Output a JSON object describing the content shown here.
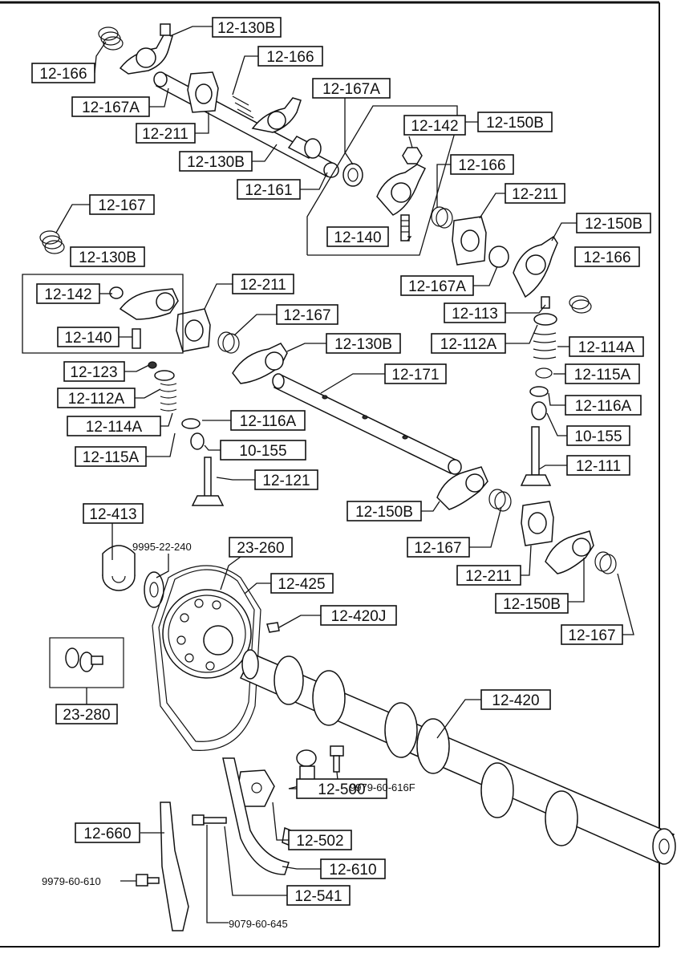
{
  "diagram": {
    "callouts": [
      {
        "id": "c01",
        "text": "12-130B"
      },
      {
        "id": "c02",
        "text": "12-166"
      },
      {
        "id": "c03",
        "text": "12-166"
      },
      {
        "id": "c04",
        "text": "12-167A"
      },
      {
        "id": "c05",
        "text": "12-167A"
      },
      {
        "id": "c06",
        "text": "12-211"
      },
      {
        "id": "c07",
        "text": "12-130B"
      },
      {
        "id": "c08",
        "text": "12-142"
      },
      {
        "id": "c09",
        "text": "12-150B"
      },
      {
        "id": "c10",
        "text": "12-161"
      },
      {
        "id": "c11",
        "text": "12-166"
      },
      {
        "id": "c12",
        "text": "12-167"
      },
      {
        "id": "c13",
        "text": "12-211"
      },
      {
        "id": "c14",
        "text": "12-140"
      },
      {
        "id": "c15",
        "text": "12-150B"
      },
      {
        "id": "c16",
        "text": "12-130B"
      },
      {
        "id": "c17",
        "text": "12-166"
      },
      {
        "id": "c18",
        "text": "12-167A"
      },
      {
        "id": "c19",
        "text": "12-142"
      },
      {
        "id": "c20",
        "text": "12-211"
      },
      {
        "id": "c21",
        "text": "12-140"
      },
      {
        "id": "c22",
        "text": "12-167"
      },
      {
        "id": "c23",
        "text": "12-113"
      },
      {
        "id": "c24",
        "text": "12-130B"
      },
      {
        "id": "c25",
        "text": "12-112A"
      },
      {
        "id": "c26",
        "text": "12-114A"
      },
      {
        "id": "c27",
        "text": "12-123"
      },
      {
        "id": "c28",
        "text": "12-171"
      },
      {
        "id": "c29",
        "text": "12-115A"
      },
      {
        "id": "c30",
        "text": "12-112A"
      },
      {
        "id": "c31",
        "text": "12-116A"
      },
      {
        "id": "c32",
        "text": "12-114A"
      },
      {
        "id": "c33",
        "text": "12-116A"
      },
      {
        "id": "c34",
        "text": "10-155"
      },
      {
        "id": "c35",
        "text": "10-155"
      },
      {
        "id": "c36",
        "text": "12-115A"
      },
      {
        "id": "c37",
        "text": "12-111"
      },
      {
        "id": "c38",
        "text": "12-121"
      },
      {
        "id": "c39",
        "text": "12-413"
      },
      {
        "id": "c40",
        "text": "12-150B"
      },
      {
        "id": "c41",
        "text": "12-167"
      },
      {
        "id": "c42",
        "text": "23-260"
      },
      {
        "id": "c43",
        "text": "12-211"
      },
      {
        "id": "c44",
        "text": "12-425"
      },
      {
        "id": "c45",
        "text": "12-150B"
      },
      {
        "id": "c46",
        "text": "12-420J"
      },
      {
        "id": "c47",
        "text": "12-167"
      },
      {
        "id": "c48",
        "text": "23-280"
      },
      {
        "id": "c49",
        "text": "12-420"
      },
      {
        "id": "c50",
        "text": "12-500"
      },
      {
        "id": "c51",
        "text": "12-502"
      },
      {
        "id": "c52",
        "text": "12-660"
      },
      {
        "id": "c53",
        "text": "12-610"
      },
      {
        "id": "c54",
        "text": "12-541"
      }
    ],
    "bolt_codes": [
      {
        "id": "b01",
        "text": "9995-22-240"
      },
      {
        "id": "b02",
        "text": "9979-60-616F"
      },
      {
        "id": "b03",
        "text": "9979-60-610"
      },
      {
        "id": "b04",
        "text": "9079-60-645"
      }
    ]
  }
}
